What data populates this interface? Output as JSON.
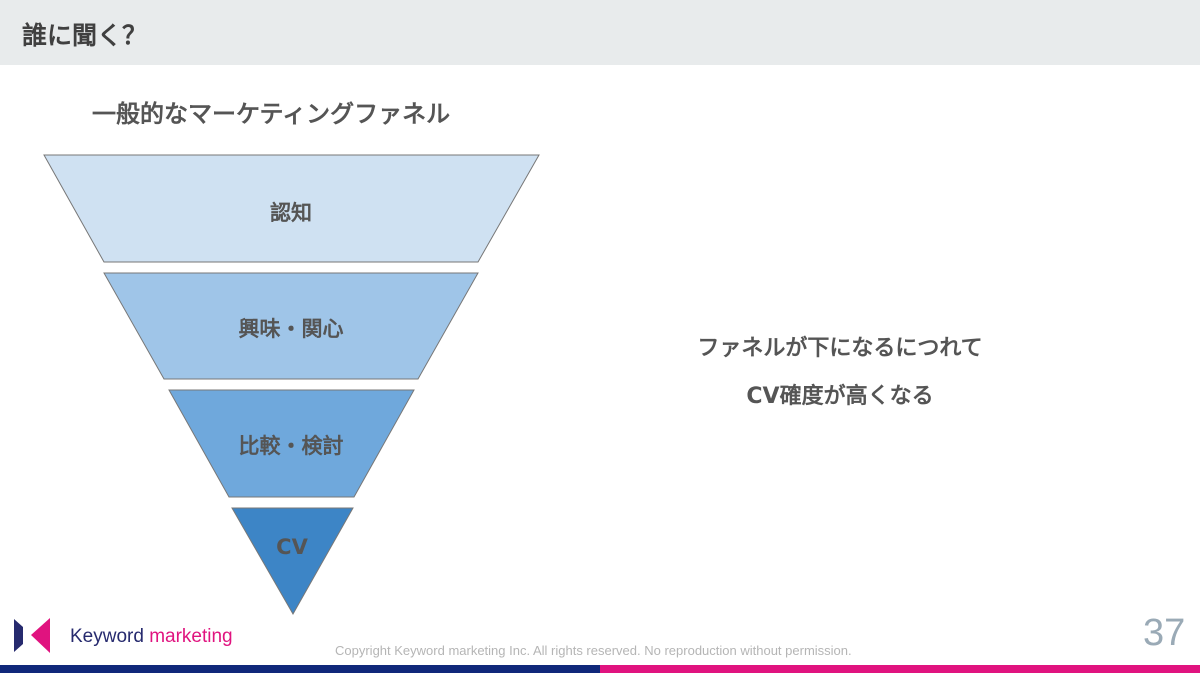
{
  "header": {
    "title": "誰に聞く？"
  },
  "subtitle": "一般的なマーケティングファネル",
  "funnel": {
    "stages": [
      {
        "label": "認知",
        "color": "#cfe1f2"
      },
      {
        "label": "興味・関心",
        "color": "#9fc5e8"
      },
      {
        "label": "比較・検討",
        "color": "#6fa8dc"
      },
      {
        "label": "CV",
        "color": "#3d85c6"
      }
    ]
  },
  "message": {
    "line1": "ファネルが下になるにつれて",
    "line2": "CV確度が高くなる"
  },
  "footer": {
    "logo_word1": "Keyword",
    "logo_word2": "marketing",
    "copyright": "Copyright Keyword marketing Inc. All rights reserved. No reproduction without permission.",
    "page_number": "37"
  }
}
